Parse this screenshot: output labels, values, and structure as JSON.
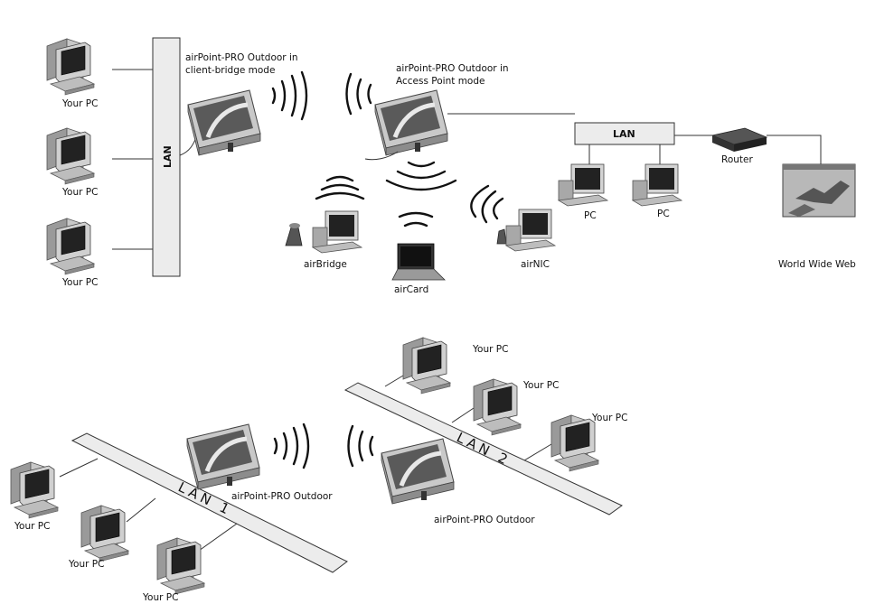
{
  "top": {
    "left_pcs": [
      "Your PC",
      "Your PC",
      "Your PC"
    ],
    "lan_left": "LAN",
    "ap_client": [
      "airPoint-PRO Outdoor in",
      "client-bridge mode"
    ],
    "ap_access": [
      "airPoint-PRO Outdoor in",
      "Access Point mode"
    ],
    "lan_right": "LAN",
    "router": "Router",
    "pc_right": [
      "PC",
      "PC"
    ],
    "www": "World Wide Web",
    "clients": {
      "airbridge": "airBridge",
      "aircard": "airCard",
      "airnic": "airNIC"
    }
  },
  "bottom": {
    "lan1": "LAN 1",
    "lan2": "LAN 2",
    "ap_left": "airPoint-PRO Outdoor",
    "ap_right": "airPoint-PRO Outdoor",
    "pcs_left": [
      "Your PC",
      "Your PC",
      "Your PC"
    ],
    "pcs_right": [
      "Your PC",
      "Your PC",
      "Your PC"
    ]
  }
}
